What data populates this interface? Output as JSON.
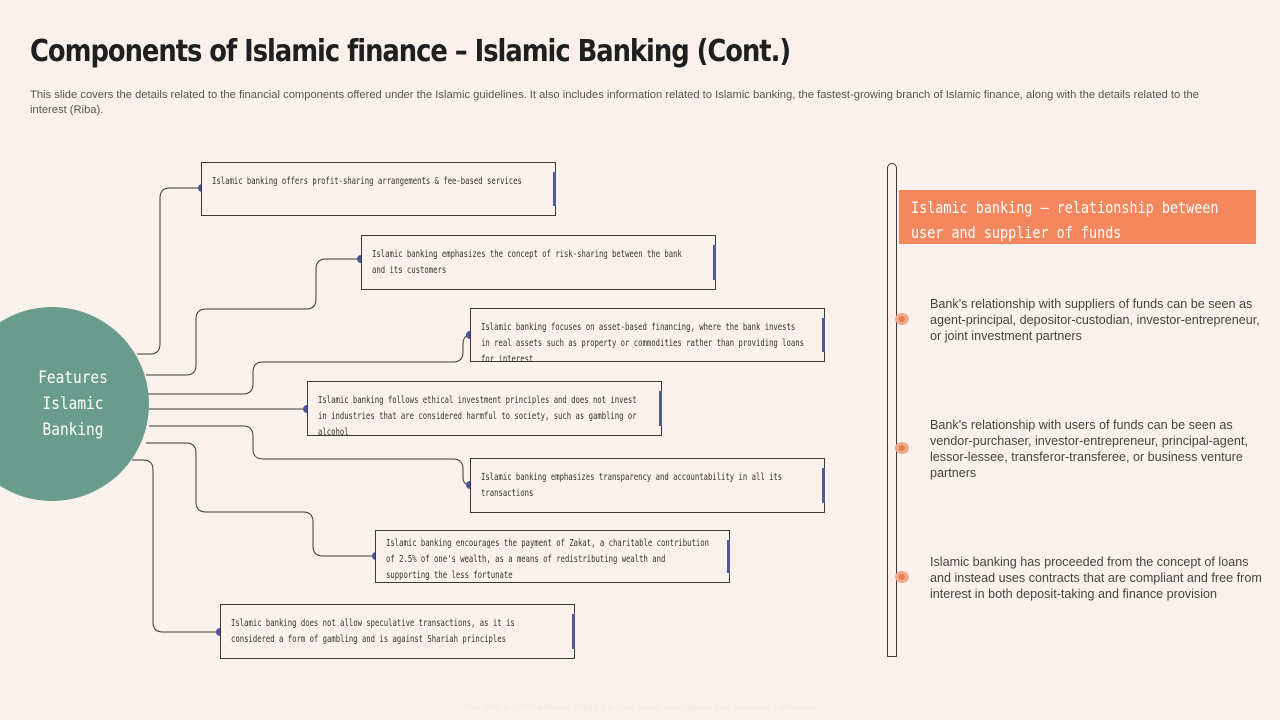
{
  "title": "Components of Islamic finance – Islamic Banking (Cont.)",
  "subtitle": "This slide covers the details related to the financial components offered under the Islamic guidelines. It also includes information related to Islamic banking, the fastest-growing branch of Islamic finance, along with the details related to the interest (Riba).",
  "hub_label": "Features\nIslamic Banking",
  "features": [
    "Islamic banking offers profit-sharing arrangements & fee-based services",
    "Islamic banking emphasizes the concept of risk-sharing between the bank and its customers",
    "Islamic banking focuses on asset-based financing, where the bank invests in real assets such as property or commodities rather than providing loans for interest",
    "Islamic banking follows ethical investment principles and does not invest in industries that are considered harmful to society, such as gambling or alcohol",
    "Islamic banking emphasizes transparency and accountability in all its transactions",
    "Islamic banking encourages the payment of Zakat, a charitable contribution of 2.5% of one's wealth, as a means of redistributing wealth and supporting the less fortunate",
    "Islamic banking does not allow speculative transactions, as it is considered a form of gambling and is against Shariah principles"
  ],
  "relationship": {
    "heading": "Islamic banking – relationship between user and supplier of funds",
    "points": [
      "Bank's relationship with suppliers of funds can be seen as agent-principal, depositor-custodian, investor-entrepreneur, or joint investment partners",
      "Bank's relationship with users of funds can be seen as vendor-purchaser, investor-entrepreneur, principal-agent, lessor-lessee, transferor-transferee, or business venture partners",
      "Islamic banking has proceeded from the concept of loans and instead uses contracts that are compliant and free from interest in both deposit-taking and finance provision"
    ]
  },
  "footer": "This slide is 100% editable. Adapt it to your needs and capture your audience's attention."
}
